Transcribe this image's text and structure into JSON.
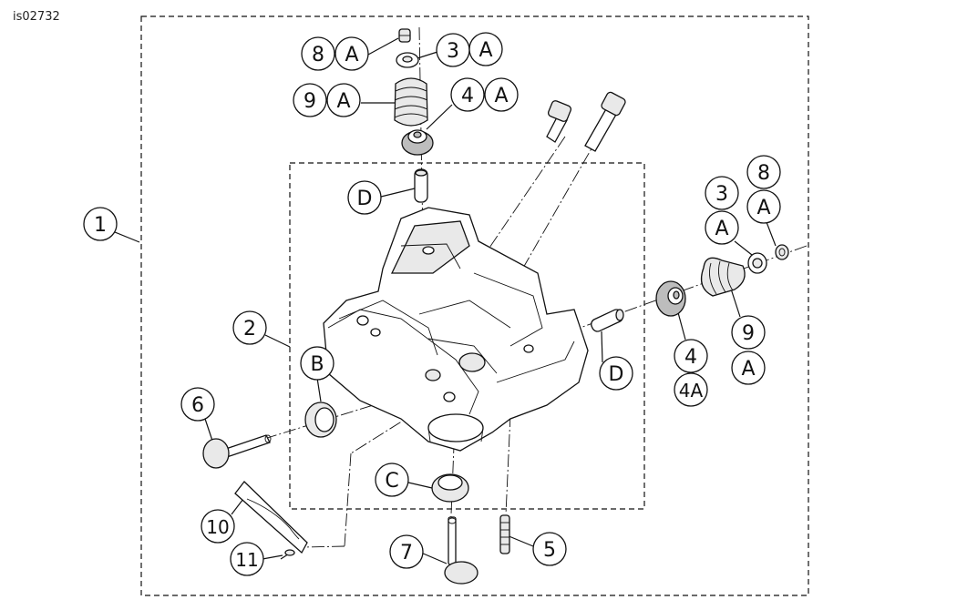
{
  "figure_id": "is02732",
  "callouts": [
    {
      "id": "c1",
      "label": "1"
    },
    {
      "id": "c2",
      "label": "2"
    },
    {
      "id": "c3a",
      "label": "3"
    },
    {
      "id": "c3b",
      "label": "3"
    },
    {
      "id": "c4a",
      "label": "4"
    },
    {
      "id": "c4b",
      "label": "4"
    },
    {
      "id": "c4A",
      "label": "4A"
    },
    {
      "id": "c5",
      "label": "5"
    },
    {
      "id": "c6",
      "label": "6"
    },
    {
      "id": "c7",
      "label": "7"
    },
    {
      "id": "c8a",
      "label": "8"
    },
    {
      "id": "c8b",
      "label": "8"
    },
    {
      "id": "c9a",
      "label": "9"
    },
    {
      "id": "c9b",
      "label": "9"
    },
    {
      "id": "c10",
      "label": "10"
    },
    {
      "id": "c11",
      "label": "11"
    },
    {
      "id": "kA1",
      "label": "A"
    },
    {
      "id": "kA2",
      "label": "A"
    },
    {
      "id": "kA3",
      "label": "A"
    },
    {
      "id": "kA4",
      "label": "A"
    },
    {
      "id": "kA5",
      "label": "A"
    },
    {
      "id": "kA6",
      "label": "A"
    },
    {
      "id": "kA7",
      "label": "A"
    },
    {
      "id": "kA8",
      "label": "A"
    },
    {
      "id": "kB",
      "label": "B"
    },
    {
      "id": "kC",
      "label": "C"
    },
    {
      "id": "kD1",
      "label": "D"
    },
    {
      "id": "kD2",
      "label": "D"
    }
  ]
}
